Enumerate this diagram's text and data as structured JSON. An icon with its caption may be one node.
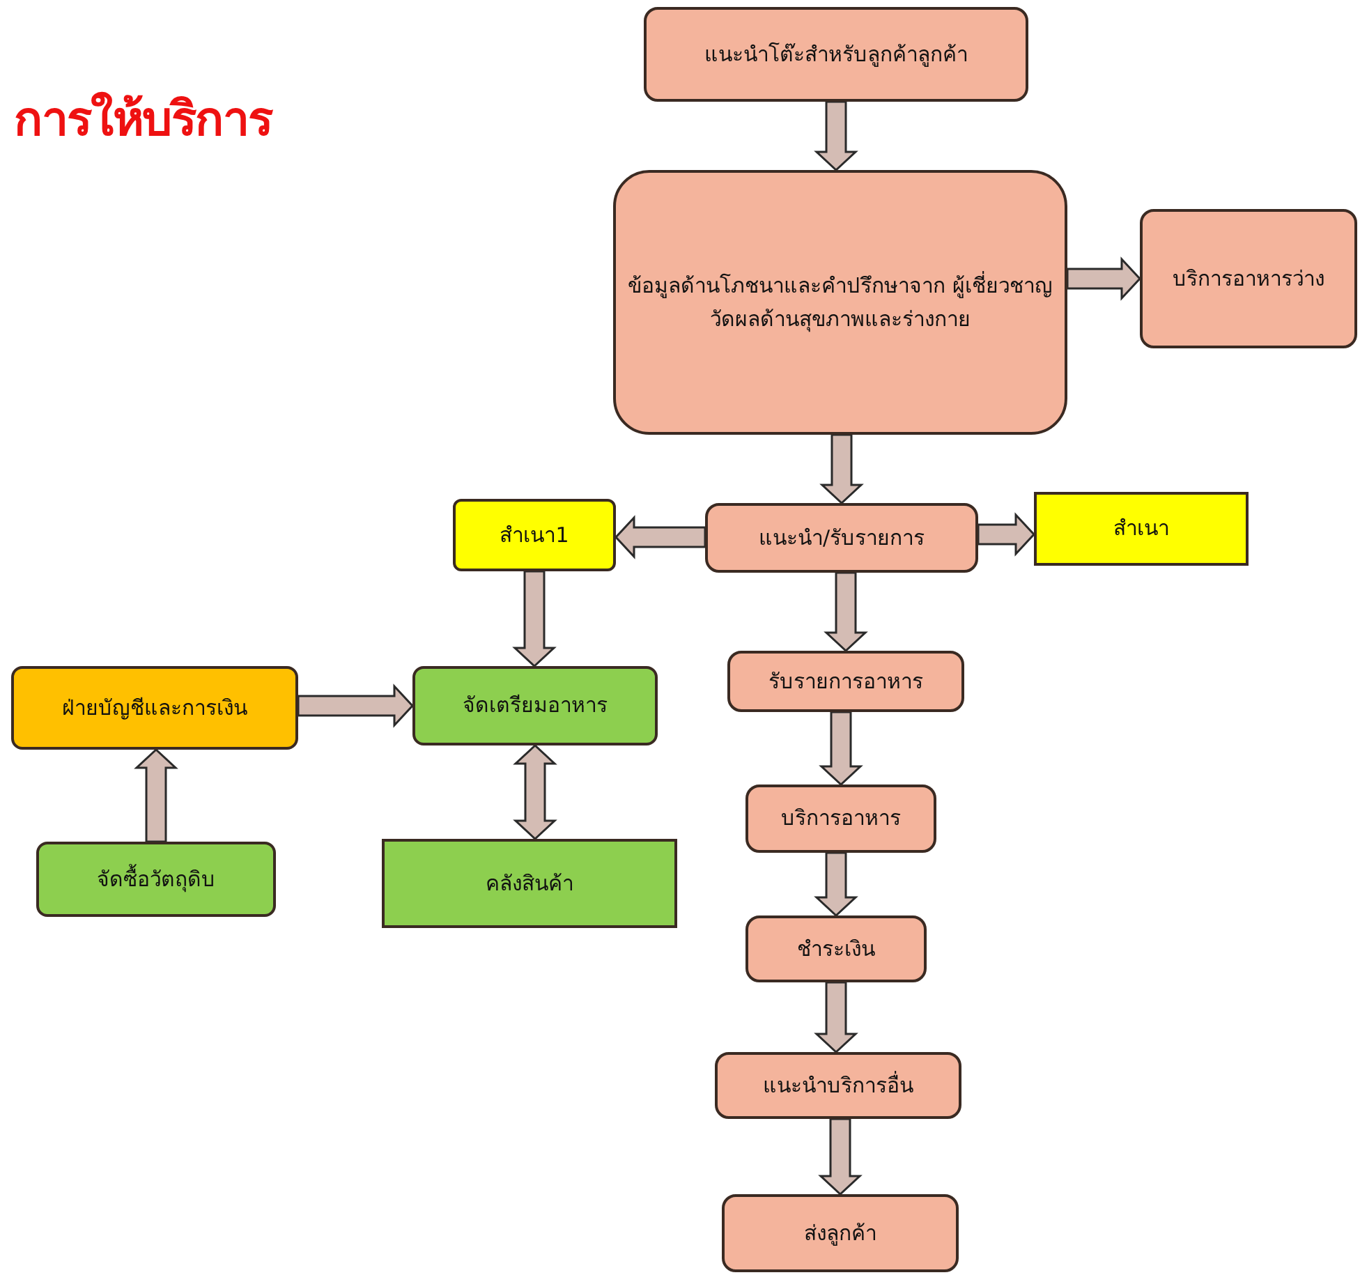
{
  "diagram": {
    "title": "การให้บริการ",
    "nodes": [
      {
        "text": [
          "แนะนำโต๊ะสำหรับลูกค้าลูกค้า"
        ]
      },
      {
        "text": [
          "ข้อมูลด้านโภชนาและคำปรึกษาจาก ผู้เชี่ยวชาญ",
          "วัดผลด้านสุขภาพและร่างกาย"
        ]
      },
      {
        "text": [
          "บริการอาหารว่าง"
        ]
      },
      {
        "text": [
          "แนะนำ/รับรายการ"
        ]
      },
      {
        "text": [
          "สำเนา1"
        ]
      },
      {
        "text": [
          "สำเนา"
        ]
      },
      {
        "text": [
          "รับรายการอาหาร"
        ]
      },
      {
        "text": [
          "ฝ่ายบัญชีและการเงิน"
        ]
      },
      {
        "text": [
          "จัดเตรียมอาหาร"
        ]
      },
      {
        "text": [
          "จัดซื้อวัตถุดิบ"
        ]
      },
      {
        "text": [
          "คลังสินค้า"
        ]
      },
      {
        "text": [
          "บริการอาหาร"
        ]
      },
      {
        "text": [
          "ชำระเงิน"
        ]
      },
      {
        "text": [
          "แนะนำบริการอื่น"
        ]
      },
      {
        "text": [
          "ส่งลูกค้า"
        ]
      }
    ],
    "edges": [
      {
        "from": 0,
        "to": 1,
        "arrow": "to"
      },
      {
        "from": 1,
        "to": 2,
        "arrow": "to"
      },
      {
        "from": 1,
        "to": 3,
        "arrow": "to"
      },
      {
        "from": 3,
        "to": 4,
        "arrow": "to"
      },
      {
        "from": 3,
        "to": 5,
        "arrow": "to"
      },
      {
        "from": 4,
        "to": 8,
        "arrow": "to"
      },
      {
        "from": 3,
        "to": 6,
        "arrow": "to"
      },
      {
        "from": 7,
        "to": 8,
        "arrow": "to"
      },
      {
        "from": 9,
        "to": 7,
        "arrow": "to"
      },
      {
        "from": 8,
        "to": 10,
        "arrow": "both"
      },
      {
        "from": 6,
        "to": 11,
        "arrow": "to"
      },
      {
        "from": 11,
        "to": 12,
        "arrow": "to"
      },
      {
        "from": 12,
        "to": 13,
        "arrow": "to"
      },
      {
        "from": 13,
        "to": 14,
        "arrow": "to"
      }
    ]
  }
}
